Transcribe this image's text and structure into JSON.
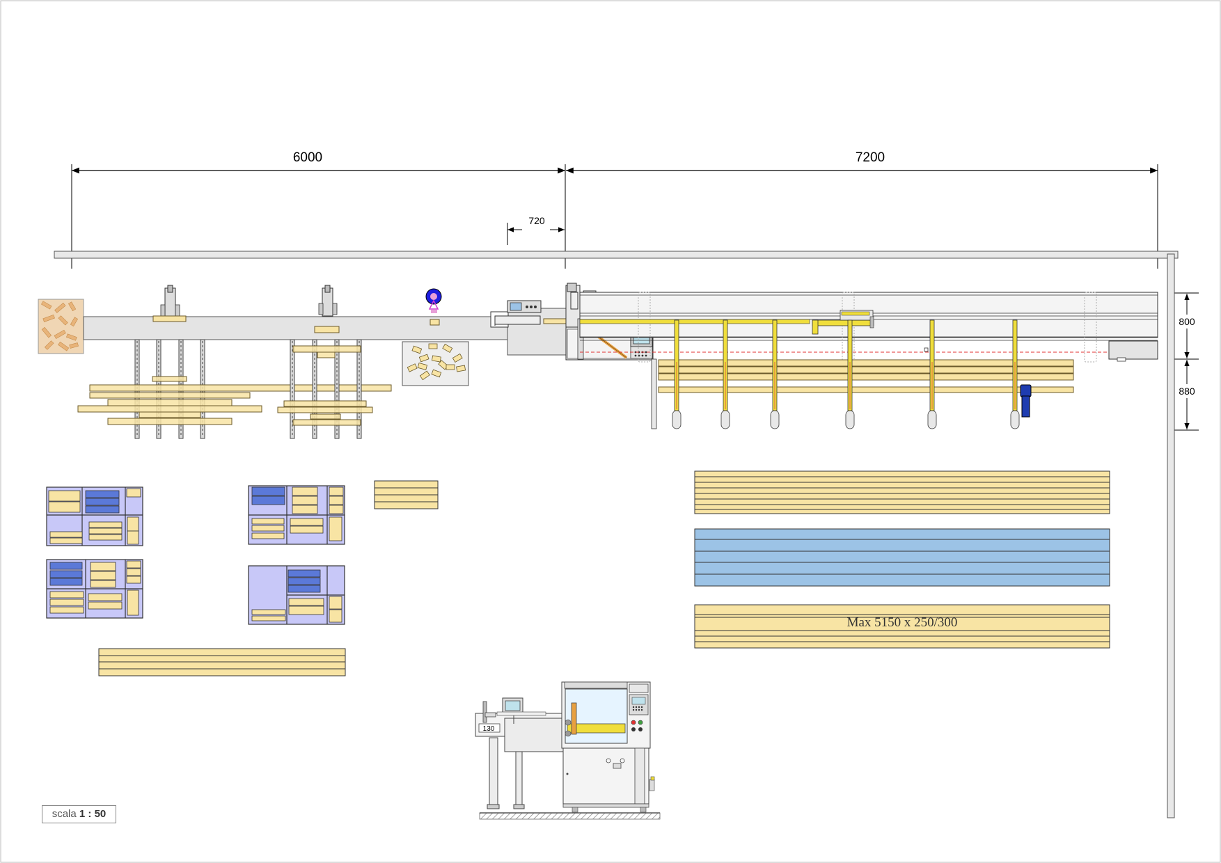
{
  "dimensions": {
    "d6000": "6000",
    "d7200": "7200",
    "d720": "720",
    "d800": "800",
    "d880": "880"
  },
  "labels": {
    "machine_number": "130",
    "max_size": "Max 5150 x 250/300"
  },
  "scale": {
    "prefix": "scala",
    "value": "1 : 50"
  },
  "colors": {
    "wood": "#f8e4a4",
    "wood_stroke": "#6b5a2a",
    "blue_board": "#9cc3e6",
    "lavender": "#c8c8f8",
    "blue_dark": "#5b79d8",
    "yellow_bar": "#f0de3c",
    "orange": "#e8a040",
    "grey": "#e4e4e4",
    "motor_blue": "#1e3cb0",
    "red_dash": "#e03030"
  }
}
